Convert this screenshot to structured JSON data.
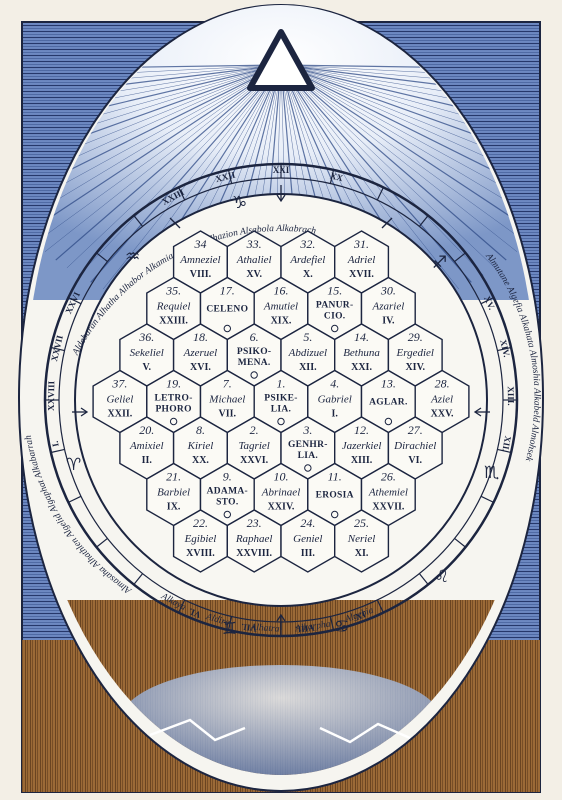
{
  "hexagons": [
    {
      "num": "34",
      "name": "Amneziel",
      "roman": "VIII."
    },
    {
      "num": "33.",
      "name": "Athaliel",
      "roman": "XV."
    },
    {
      "num": "32.",
      "name": "Ardefiel",
      "roman": "X."
    },
    {
      "num": "31.",
      "name": "Adriel",
      "roman": "XVII."
    },
    {
      "num": "35.",
      "name": "Requiel",
      "roman": "XXIII."
    },
    {
      "num": "17.",
      "name": "CELENO",
      "roman": "",
      "caps": true
    },
    {
      "num": "16.",
      "name": "Amutiel",
      "roman": "XIX."
    },
    {
      "num": "15.",
      "name": "PANUR-",
      "name2": "CIO.",
      "roman": "",
      "caps": true
    },
    {
      "num": "30.",
      "name": "Azariel",
      "roman": "IV."
    },
    {
      "num": "36.",
      "name": "Sekeliel",
      "roman": "V."
    },
    {
      "num": "18.",
      "name": "Azeruel",
      "roman": "XVI."
    },
    {
      "num": "6.",
      "name": "PSIKO-",
      "name2": "MENA.",
      "roman": "",
      "caps": true
    },
    {
      "num": "5.",
      "name": "Abdizuel",
      "roman": "XII."
    },
    {
      "num": "14.",
      "name": "Bethuna",
      "roman": "XXI."
    },
    {
      "num": "29.",
      "name": "Ergediel",
      "roman": "XIV."
    },
    {
      "num": "37.",
      "name": "Geliel",
      "roman": "XXII."
    },
    {
      "num": "19.",
      "name": "LETRO-",
      "name2": "PHORO",
      "roman": "",
      "caps": true
    },
    {
      "num": "7.",
      "name": "Michael",
      "roman": "VII."
    },
    {
      "num": "1.",
      "name": "PSIKE-",
      "name2": "LIA.",
      "roman": "",
      "caps": true
    },
    {
      "num": "4.",
      "name": "Gabriel",
      "roman": "I."
    },
    {
      "num": "13.",
      "name": "AGLAR.",
      "roman": "",
      "caps": true
    },
    {
      "num": "28.",
      "name": "Aziel",
      "roman": "XXV."
    },
    {
      "num": "20.",
      "name": "Amixiel",
      "roman": "II."
    },
    {
      "num": "8.",
      "name": "Kiriel",
      "roman": "XX."
    },
    {
      "num": "2.",
      "name": "Tagriel",
      "roman": "XXVI."
    },
    {
      "num": "3.",
      "name": "GENHR-",
      "name2": "LIA.",
      "roman": "",
      "caps": true
    },
    {
      "num": "12.",
      "name": "Jazerkiel",
      "roman": "XIII."
    },
    {
      "num": "27.",
      "name": "Dirachiel",
      "roman": "VI."
    },
    {
      "num": "21.",
      "name": "Barbiel",
      "roman": "IX."
    },
    {
      "num": "9.",
      "name": "ADAMA-",
      "name2": "STO.",
      "roman": "",
      "caps": true
    },
    {
      "num": "10.",
      "name": "Abrinael",
      "roman": "XXIV."
    },
    {
      "num": "11.",
      "name": "EROSIA",
      "roman": "",
      "caps": true
    },
    {
      "num": "26.",
      "name": "Athemiel",
      "roman": "XXVII."
    },
    {
      "num": "22.",
      "name": "Egibiel",
      "roman": "XVIII."
    },
    {
      "num": "23.",
      "name": "Raphael",
      "roman": "XXVIII."
    },
    {
      "num": "24.",
      "name": "Geniel",
      "roman": "III."
    },
    {
      "num": "25.",
      "name": "Neriel",
      "roman": "XI."
    }
  ],
  "ring": {
    "top_words": "Aldebaran Alhatha Alhabor Alkamia Alhatha Alhazion Alsabola Alkabrach",
    "bottom_words": [
      "Alkaya",
      "Aldira",
      "Alhatra",
      "Alkarpha",
      "Algebia"
    ],
    "left_words": "Almasaha Alhathlen Algelid Algaphat Alkabarrah",
    "right_words": "Almutane Algefia Alkahata Almoshia Alkabeld Almohsek",
    "romans_top": [
      "XXIII",
      "XXII",
      "XXI",
      "XX"
    ],
    "romans_bottom": [
      "VI.",
      "VII.",
      "VIII.",
      "IX."
    ],
    "romans_left": [
      "XXVI",
      "XXVII",
      "XXVIII",
      "I."
    ],
    "romans_right": [
      "XV.",
      "XIV.",
      "XIII.",
      "XII."
    ]
  },
  "zodiac": {
    "top_left": "♒",
    "top_mid": "♑",
    "top_right": "♐",
    "left": "♈",
    "right": "♏",
    "bottom_left": "♊",
    "bottom_mid": "♋",
    "bottom_right": "♌"
  },
  "colors": {
    "ink": "#1c2540",
    "paper": "#f3efe6",
    "blue": "#4d6aa8",
    "brown": "#8a5a2c"
  }
}
